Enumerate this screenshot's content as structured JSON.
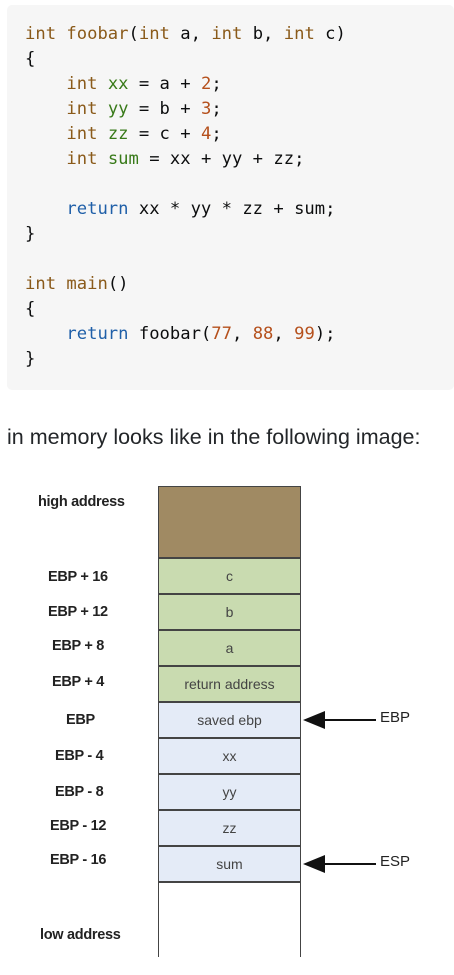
{
  "code": {
    "lines": [
      [
        {
          "t": "int",
          "c": "ty"
        },
        {
          "t": " ",
          "c": "plain"
        },
        {
          "t": "foobar",
          "c": "fn"
        },
        {
          "t": "(",
          "c": "plain"
        },
        {
          "t": "int",
          "c": "ty"
        },
        {
          "t": " a, ",
          "c": "plain"
        },
        {
          "t": "int",
          "c": "ty"
        },
        {
          "t": " b, ",
          "c": "plain"
        },
        {
          "t": "int",
          "c": "ty"
        },
        {
          "t": " c)",
          "c": "plain"
        }
      ],
      [
        {
          "t": "{",
          "c": "plain"
        }
      ],
      [
        {
          "t": "    ",
          "c": "plain"
        },
        {
          "t": "int",
          "c": "ty"
        },
        {
          "t": " ",
          "c": "plain"
        },
        {
          "t": "xx",
          "c": "vr"
        },
        {
          "t": " = a + ",
          "c": "plain"
        },
        {
          "t": "2",
          "c": "num"
        },
        {
          "t": ";",
          "c": "plain"
        }
      ],
      [
        {
          "t": "    ",
          "c": "plain"
        },
        {
          "t": "int",
          "c": "ty"
        },
        {
          "t": " ",
          "c": "plain"
        },
        {
          "t": "yy",
          "c": "vr"
        },
        {
          "t": " = b + ",
          "c": "plain"
        },
        {
          "t": "3",
          "c": "num"
        },
        {
          "t": ";",
          "c": "plain"
        }
      ],
      [
        {
          "t": "    ",
          "c": "plain"
        },
        {
          "t": "int",
          "c": "ty"
        },
        {
          "t": " ",
          "c": "plain"
        },
        {
          "t": "zz",
          "c": "vr"
        },
        {
          "t": " = c + ",
          "c": "plain"
        },
        {
          "t": "4",
          "c": "num"
        },
        {
          "t": ";",
          "c": "plain"
        }
      ],
      [
        {
          "t": "    ",
          "c": "plain"
        },
        {
          "t": "int",
          "c": "ty"
        },
        {
          "t": " ",
          "c": "plain"
        },
        {
          "t": "sum",
          "c": "vr"
        },
        {
          "t": " = xx + yy + zz;",
          "c": "plain"
        }
      ],
      [],
      [
        {
          "t": "    ",
          "c": "plain"
        },
        {
          "t": "return",
          "c": "kw"
        },
        {
          "t": " xx * yy * zz + sum;",
          "c": "plain"
        }
      ],
      [
        {
          "t": "}",
          "c": "plain"
        }
      ],
      [],
      [
        {
          "t": "int",
          "c": "ty"
        },
        {
          "t": " ",
          "c": "plain"
        },
        {
          "t": "main",
          "c": "fn"
        },
        {
          "t": "()",
          "c": "plain"
        }
      ],
      [
        {
          "t": "{",
          "c": "plain"
        }
      ],
      [
        {
          "t": "    ",
          "c": "plain"
        },
        {
          "t": "return",
          "c": "kw"
        },
        {
          "t": " foobar(",
          "c": "plain"
        },
        {
          "t": "77",
          "c": "num"
        },
        {
          "t": ", ",
          "c": "plain"
        },
        {
          "t": "88",
          "c": "num"
        },
        {
          "t": ", ",
          "c": "plain"
        },
        {
          "t": "99",
          "c": "num"
        },
        {
          "t": ");",
          "c": "plain"
        }
      ],
      [
        {
          "t": "}",
          "c": "plain"
        }
      ]
    ]
  },
  "prose": "in memory looks like in the following image:",
  "diagram": {
    "labels": {
      "high": "high address",
      "low": "low address",
      "ebp_p16": "EBP + 16",
      "ebp_p12": "EBP + 12",
      "ebp_p8": "EBP + 8",
      "ebp_p4": "EBP + 4",
      "ebp": "EBP",
      "ebp_m4": "EBP - 4",
      "ebp_m8": "EBP - 8",
      "ebp_m12": "EBP - 12",
      "ebp_m16": "EBP - 16"
    },
    "cells": {
      "c": "c",
      "b": "b",
      "a": "a",
      "ret": "return address",
      "saved": "saved ebp",
      "xx": "xx",
      "yy": "yy",
      "zz": "zz",
      "sum": "sum"
    },
    "pointers": {
      "ebp": "EBP",
      "esp": "ESP"
    },
    "colors": {
      "top_region": "#a08a63",
      "params": "#c9dbb0",
      "locals": "#e4ebf7",
      "empty": "#ffffff"
    }
  }
}
